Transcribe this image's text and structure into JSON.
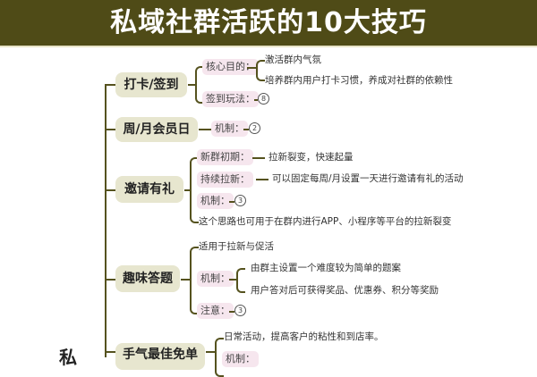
{
  "header": {
    "title": "私域社群活跃的10大技巧"
  },
  "root": {
    "label_visible": "私"
  },
  "branches": [
    {
      "label": "打卡/签到",
      "children": [
        {
          "label": "核心目的：",
          "items": [
            "激活群内气氛",
            "培养群内用户打卡习惯，养成对社群的依赖性"
          ]
        },
        {
          "label": "签到玩法：",
          "collapsed_count": "8"
        }
      ]
    },
    {
      "label": "周/月会员日",
      "children": [
        {
          "label": "机制：",
          "collapsed_count": "2"
        }
      ]
    },
    {
      "label": "邀请有礼",
      "children": [
        {
          "label": "新群初期：",
          "detail": "拉新裂变，快速起量"
        },
        {
          "label": "持续拉新：",
          "detail": "可以固定每周/月设置一天进行邀请有礼的活动"
        },
        {
          "label": "机制：",
          "collapsed_count": "3"
        },
        {
          "text": "这个思路也可用于在群内进行APP、小程序等平台的拉新裂变"
        }
      ]
    },
    {
      "label": "趣味答题",
      "children": [
        {
          "text": "适用于拉新与促活"
        },
        {
          "label": "机制：",
          "items": [
            "由群主设置一个难度较为简单的题案",
            "用户答对后可获得奖品、优惠券、积分等奖励"
          ]
        },
        {
          "label": "注意：",
          "collapsed_count": "3"
        }
      ]
    },
    {
      "label": "手气最佳免单",
      "children": [
        {
          "text": "日常活动，提高客户的粘性和到店率。"
        },
        {
          "label": "机制："
        }
      ]
    }
  ],
  "colors": {
    "header_bg": "#4f4b17",
    "line": "#55521e",
    "main_node_bg": "#e7e6cf",
    "sub_node_bg": "#f6e6ee"
  }
}
